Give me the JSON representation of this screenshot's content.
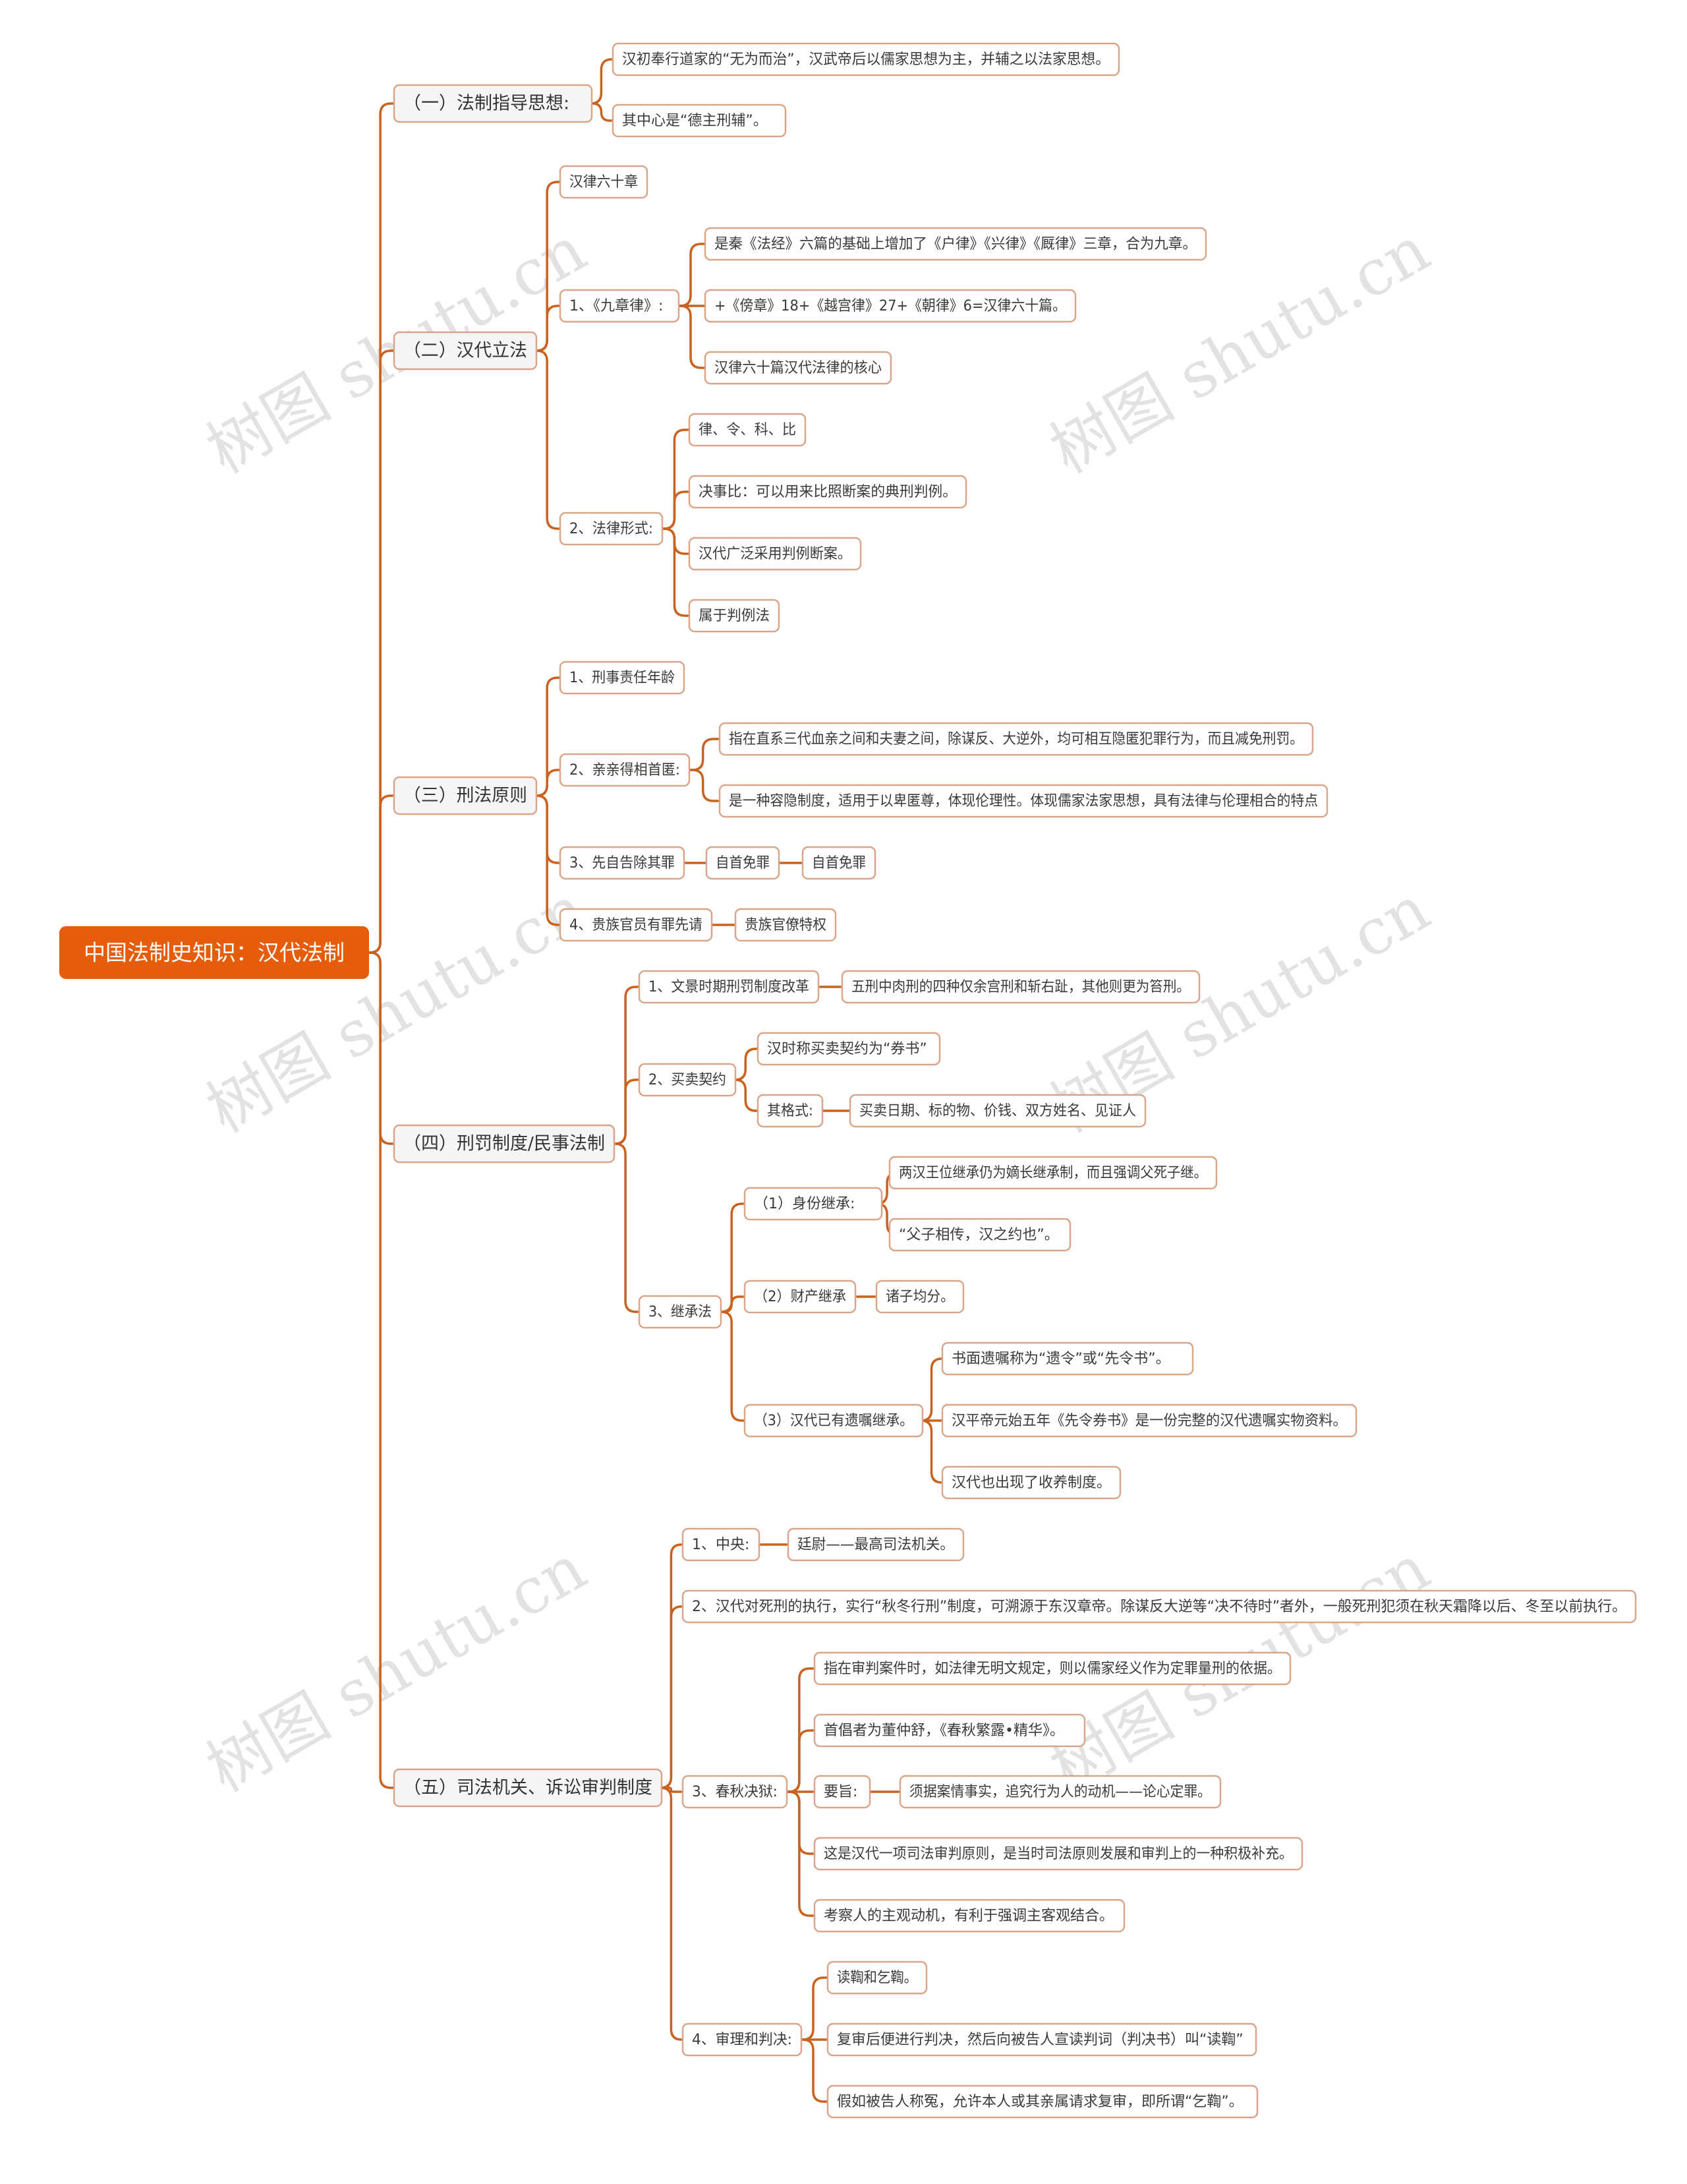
{
  "theme": {
    "branch_color": "#c9621f",
    "root_fill": "#e55d0b",
    "node_border": "#d9a58a"
  },
  "watermark": "树图 shutu.cn",
  "root": {
    "label": "中国法制史知识：汉代法制"
  },
  "nodes": [
    {
      "id": "b1",
      "label": "（一）法制指导思想:",
      "level": 1,
      "parent": "root"
    },
    {
      "id": "b1c1",
      "label": "汉初奉行道家的“无为而治”，汉武帝后以儒家思想为主，并辅之以法家思想。",
      "parent": "b1"
    },
    {
      "id": "b1c2",
      "label": "其中心是“德主刑辅”。",
      "parent": "b1"
    },
    {
      "id": "b2",
      "label": "（二）汉代立法",
      "level": 1,
      "parent": "root"
    },
    {
      "id": "b2c1",
      "label": "汉律六十章",
      "parent": "b2"
    },
    {
      "id": "b2c2",
      "label": "1、《九章律》:",
      "parent": "b2"
    },
    {
      "id": "b2c2a",
      "label": "是秦《法经》六篇的基础上增加了《户律》《兴律》《厩律》三章，合为九章。",
      "parent": "b2c2"
    },
    {
      "id": "b2c2b",
      "label": "+《傍章》18+《越宫律》27+《朝律》6=汉律六十篇。",
      "parent": "b2c2"
    },
    {
      "id": "b2c2c",
      "label": "汉律六十篇汉代法律的核心",
      "parent": "b2c2"
    },
    {
      "id": "b2c3",
      "label": "2、法律形式:",
      "parent": "b2"
    },
    {
      "id": "b2c3a",
      "label": "律、令、科、比",
      "parent": "b2c3"
    },
    {
      "id": "b2c3b",
      "label": "决事比：可以用来比照断案的典刑判例。",
      "parent": "b2c3"
    },
    {
      "id": "b2c3c",
      "label": "汉代广泛采用判例断案。",
      "parent": "b2c3"
    },
    {
      "id": "b2c3d",
      "label": "属于判例法",
      "parent": "b2c3"
    },
    {
      "id": "b3",
      "label": "（三）刑法原则",
      "level": 1,
      "parent": "root"
    },
    {
      "id": "b3c1",
      "label": "1、刑事责任年龄",
      "parent": "b3"
    },
    {
      "id": "b3c2",
      "label": "2、亲亲得相首匿:",
      "parent": "b3"
    },
    {
      "id": "b3c2a",
      "label": "指在直系三代血亲之间和夫妻之间，除谋反、大逆外，均可相互隐匿犯罪行为，而且减免刑罚。",
      "parent": "b3c2"
    },
    {
      "id": "b3c2b",
      "label": "是一种容隐制度，适用于以卑匿尊，体现伦理性。体现儒家法家思想，具有法律与伦理相合的特点",
      "parent": "b3c2"
    },
    {
      "id": "b3c3",
      "label": "3、先自告除其罪",
      "parent": "b3"
    },
    {
      "id": "b3c3a",
      "label": "自首免罪",
      "parent": "b3c3"
    },
    {
      "id": "b3c3b",
      "label": "自首免罪",
      "parent": "b3c3a"
    },
    {
      "id": "b3c4",
      "label": "4、贵族官员有罪先请",
      "parent": "b3"
    },
    {
      "id": "b3c4a",
      "label": "贵族官僚特权",
      "parent": "b3c4"
    },
    {
      "id": "b4",
      "label": "（四）刑罚制度/民事法制",
      "level": 1,
      "parent": "root"
    },
    {
      "id": "b4c1",
      "label": "1、文景时期刑罚制度改革",
      "parent": "b4"
    },
    {
      "id": "b4c1a",
      "label": "五刑中肉刑的四种仅余宫刑和斩右趾，其他则更为笞刑。",
      "parent": "b4c1"
    },
    {
      "id": "b4c2",
      "label": "2、买卖契约",
      "parent": "b4"
    },
    {
      "id": "b4c2a",
      "label": "汉时称买卖契约为“券书”",
      "parent": "b4c2"
    },
    {
      "id": "b4c2b",
      "label": "其格式:",
      "parent": "b4c2"
    },
    {
      "id": "b4c2b1",
      "label": "买卖日期、标的物、价钱、双方姓名、见证人",
      "parent": "b4c2b"
    },
    {
      "id": "b4c3",
      "label": "3、继承法",
      "parent": "b4"
    },
    {
      "id": "b4c3a",
      "label": "（1）身份继承:",
      "parent": "b4c3"
    },
    {
      "id": "b4c3a1",
      "label": "两汉王位继承仍为嫡长继承制，而且强调父死子继。",
      "parent": "b4c3a"
    },
    {
      "id": "b4c3a2",
      "label": "“父子相传，汉之约也”。",
      "parent": "b4c3a"
    },
    {
      "id": "b4c3b",
      "label": "（2）财产继承",
      "parent": "b4c3"
    },
    {
      "id": "b4c3b1",
      "label": "诸子均分。",
      "parent": "b4c3b"
    },
    {
      "id": "b4c3c",
      "label": "（3）汉代已有遗嘱继承。",
      "parent": "b4c3"
    },
    {
      "id": "b4c3c1",
      "label": "书面遗嘱称为“遗令”或“先令书”。",
      "parent": "b4c3c"
    },
    {
      "id": "b4c3c2",
      "label": "汉平帝元始五年《先令券书》是一份完整的汉代遗嘱实物资料。",
      "parent": "b4c3c"
    },
    {
      "id": "b4c3c3",
      "label": "汉代也出现了收养制度。",
      "parent": "b4c3c"
    },
    {
      "id": "b5",
      "label": "（五）司法机关、诉讼审判制度",
      "level": 1,
      "parent": "root"
    },
    {
      "id": "b5c1",
      "label": "1、中央:",
      "parent": "b5"
    },
    {
      "id": "b5c1a",
      "label": "廷尉——最高司法机关。",
      "parent": "b5c1"
    },
    {
      "id": "b5c2",
      "label": "2、汉代对死刑的执行，实行“秋冬行刑”制度，可溯源于东汉章帝。除谋反大逆等“决不待时”者外，一般死刑犯须在秋天霜降以后、冬至以前执行。",
      "parent": "b5"
    },
    {
      "id": "b5c3",
      "label": "3、春秋决狱:",
      "parent": "b5"
    },
    {
      "id": "b5c3a",
      "label": "指在审判案件时，如法律无明文规定，则以儒家经义作为定罪量刑的依据。",
      "parent": "b5c3"
    },
    {
      "id": "b5c3b",
      "label": "首倡者为董仲舒，《春秋繁露•精华》。",
      "parent": "b5c3"
    },
    {
      "id": "b5c3c",
      "label": "要旨:",
      "parent": "b5c3"
    },
    {
      "id": "b5c3c1",
      "label": "须据案情事实，追究行为人的动机——论心定罪。",
      "parent": "b5c3c"
    },
    {
      "id": "b5c3d",
      "label": "这是汉代一项司法审判原则，是当时司法原则发展和审判上的一种积极补充。",
      "parent": "b5c3"
    },
    {
      "id": "b5c3e",
      "label": "考察人的主观动机，有利于强调主客观结合。",
      "parent": "b5c3"
    },
    {
      "id": "b5c4",
      "label": "4、审理和判决:",
      "parent": "b5"
    },
    {
      "id": "b5c4a",
      "label": "读鞫和乞鞫。",
      "parent": "b5c4"
    },
    {
      "id": "b5c4b",
      "label": "复审后便进行判决，然后向被告人宣读判词（判决书）叫“读鞫”",
      "parent": "b5c4"
    },
    {
      "id": "b5c4c",
      "label": "假如被告人称冤，允许本人或其亲属请求复审，即所谓“乞鞫”。",
      "parent": "b5c4"
    }
  ]
}
